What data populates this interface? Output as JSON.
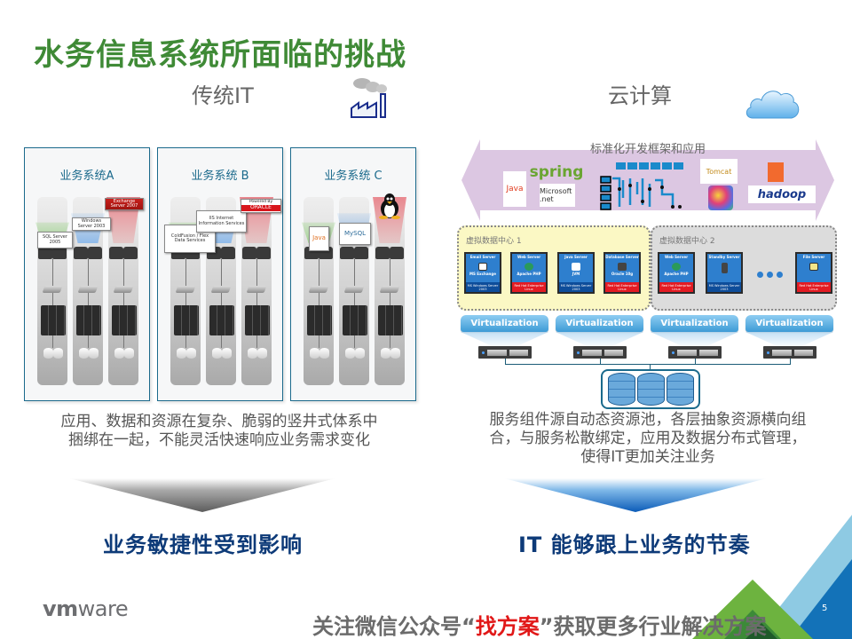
{
  "slide": {
    "title": "水务信息系统所面临的挑战",
    "page_number": "5",
    "colors": {
      "title": "#3f8a36",
      "headline": "#0d3a78",
      "panel_border": "#1b6a8c",
      "footer_highlight": "#e11818"
    }
  },
  "left": {
    "heading": "传统IT",
    "heading_icon": "factory-icon",
    "systems": [
      {
        "label": "业务系统A",
        "logos": [
          "SQL Server 2005",
          "Windows Server 2003",
          "Exchange Server 2007"
        ]
      },
      {
        "label": "业务系统 B",
        "logos": [
          "ColdFusion / Flex Data Services",
          "IIS Internet Information Services",
          "Powered By ORACLE"
        ]
      },
      {
        "label": "业务系统 C",
        "logos": [
          "Java",
          "MySQL",
          "Linux"
        ]
      }
    ],
    "caption_lines": [
      "应用、数据和资源在复杂、脆弱的竖井式体系中",
      "捆绑在一起，不能灵活快速响应业务需求变化"
    ],
    "headline": "业务敏捷性受到影响"
  },
  "right": {
    "heading": "云计算",
    "heading_icon": "cloud-icon",
    "framework_band": {
      "title": "标准化开发框架和应用",
      "logos": [
        "Java",
        "spring",
        "Microsoft .net",
        "workflow",
        "Tomcat",
        "color-cube",
        "RabbitMQ",
        "hadoop"
      ]
    },
    "datacenters": [
      {
        "label": "虚拟数据中心 1",
        "servers": [
          {
            "name": "Email Server",
            "app": "MS Exchange",
            "os": "MS Windows Server 2003",
            "os_type": "win"
          },
          {
            "name": "Web Server",
            "app": "Apache PHP",
            "os": "Red Hat Enterprise Linux",
            "os_type": "rh"
          },
          {
            "name": "Java Server",
            "app": "JVM",
            "os": "MS Windows Server 2003",
            "os_type": "win"
          },
          {
            "name": "Database Server",
            "app": "Oracle 10g",
            "os": "Red Hat Enterprise Linux",
            "os_type": "rh"
          }
        ]
      },
      {
        "label": "虚拟数据中心 2",
        "servers": [
          {
            "name": "Web Server",
            "app": "Apache PHP",
            "os": "Red Hat Enterprise Linux",
            "os_type": "rh"
          },
          {
            "name": "Standby Server",
            "app": "",
            "os": "MS Windows Server 2003",
            "os_type": "win"
          },
          {
            "name": "File Server",
            "app": "",
            "os": "Red Hat Enterprise Linux",
            "os_type": "rh"
          }
        ]
      }
    ],
    "virtualization_label": "Virtualization",
    "caption_lines": [
      "服务组件源自动态资源池，各层抽象资源横向组",
      "合，与服务松散绑定，应用及数据分布式管理，",
      "使得IT更加关注业务"
    ],
    "headline": "IT 能够跟上业务的节奏"
  },
  "footer": {
    "brand_bold": "vm",
    "brand_light": "ware",
    "banner_pre": "关注微信公众号“",
    "banner_highlight": "找方案",
    "banner_post": "”获取更多行业解决方案"
  }
}
